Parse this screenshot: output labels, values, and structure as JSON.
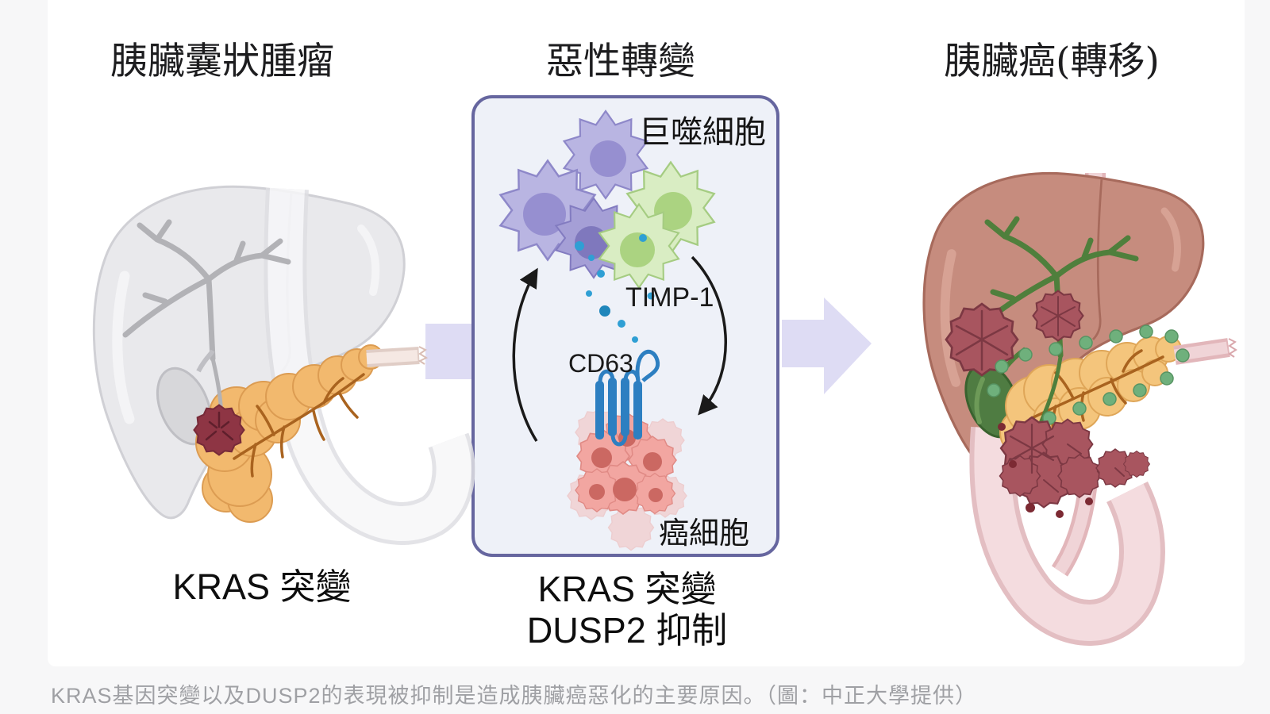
{
  "left_panel": {
    "title": "胰臟囊狀腫瘤",
    "label": "KRAS 突變"
  },
  "middle_panel": {
    "title": "惡性轉變",
    "macrophage_label": "巨噬細胞",
    "timp1_label": "TIMP-1",
    "cd63_label": "CD63",
    "cancer_cell_label": "癌細胞",
    "mutation_line1": "KRAS 突變",
    "mutation_line2": "DUSP2 抑制"
  },
  "right_panel": {
    "title": "胰臟癌(轉移)"
  },
  "caption": "KRAS基因突變以及DUSP2的表現被抑制是造成胰臟癌惡化的主要原因。（圖：中正大學提供）",
  "colors": {
    "box_border": "#66669f",
    "box_fill": "#eef1f8",
    "transition_arrow": "#dedcf4",
    "gray_liver": "#e9e9ec",
    "pink_liver": "#c68c7e",
    "pancreas": "#f2b96e",
    "primary_tumor": "#8e3544",
    "metastasis_tumor": "#a8555f",
    "macrophage_purple": "#b9b5e2",
    "macrophage_green": "#d9edc3",
    "timp1_dot": "#2f9fd4",
    "cd63_receptor": "#2d7fc1",
    "green_vessels": "#4f7f3c",
    "lymph_node": "#6fb07c"
  }
}
